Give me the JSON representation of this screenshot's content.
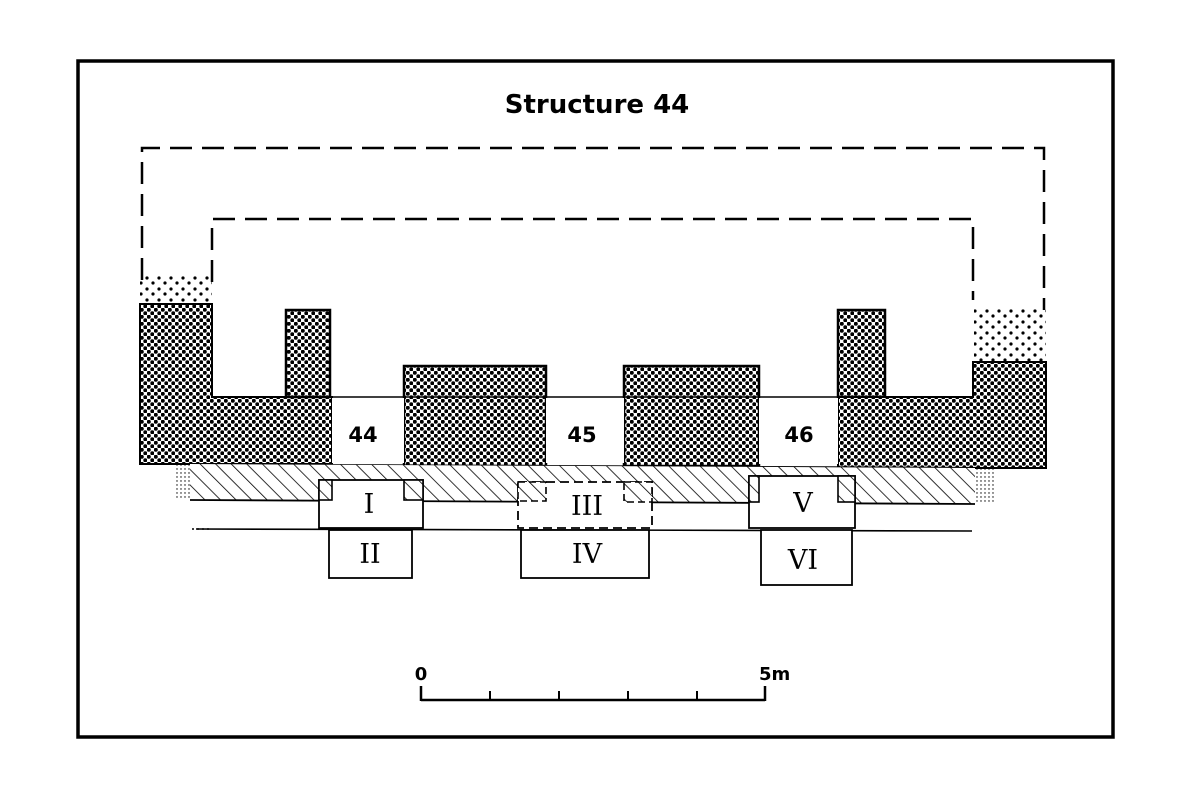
{
  "title": "Structure 44",
  "rooms": [
    "44",
    "45",
    "46"
  ],
  "trenches": [
    "I",
    "II",
    "III",
    "IV",
    "V",
    "VI"
  ],
  "scale": {
    "start": "0",
    "end": "5m"
  },
  "colors": {
    "ink": "#000000",
    "paper": "#ffffff"
  }
}
